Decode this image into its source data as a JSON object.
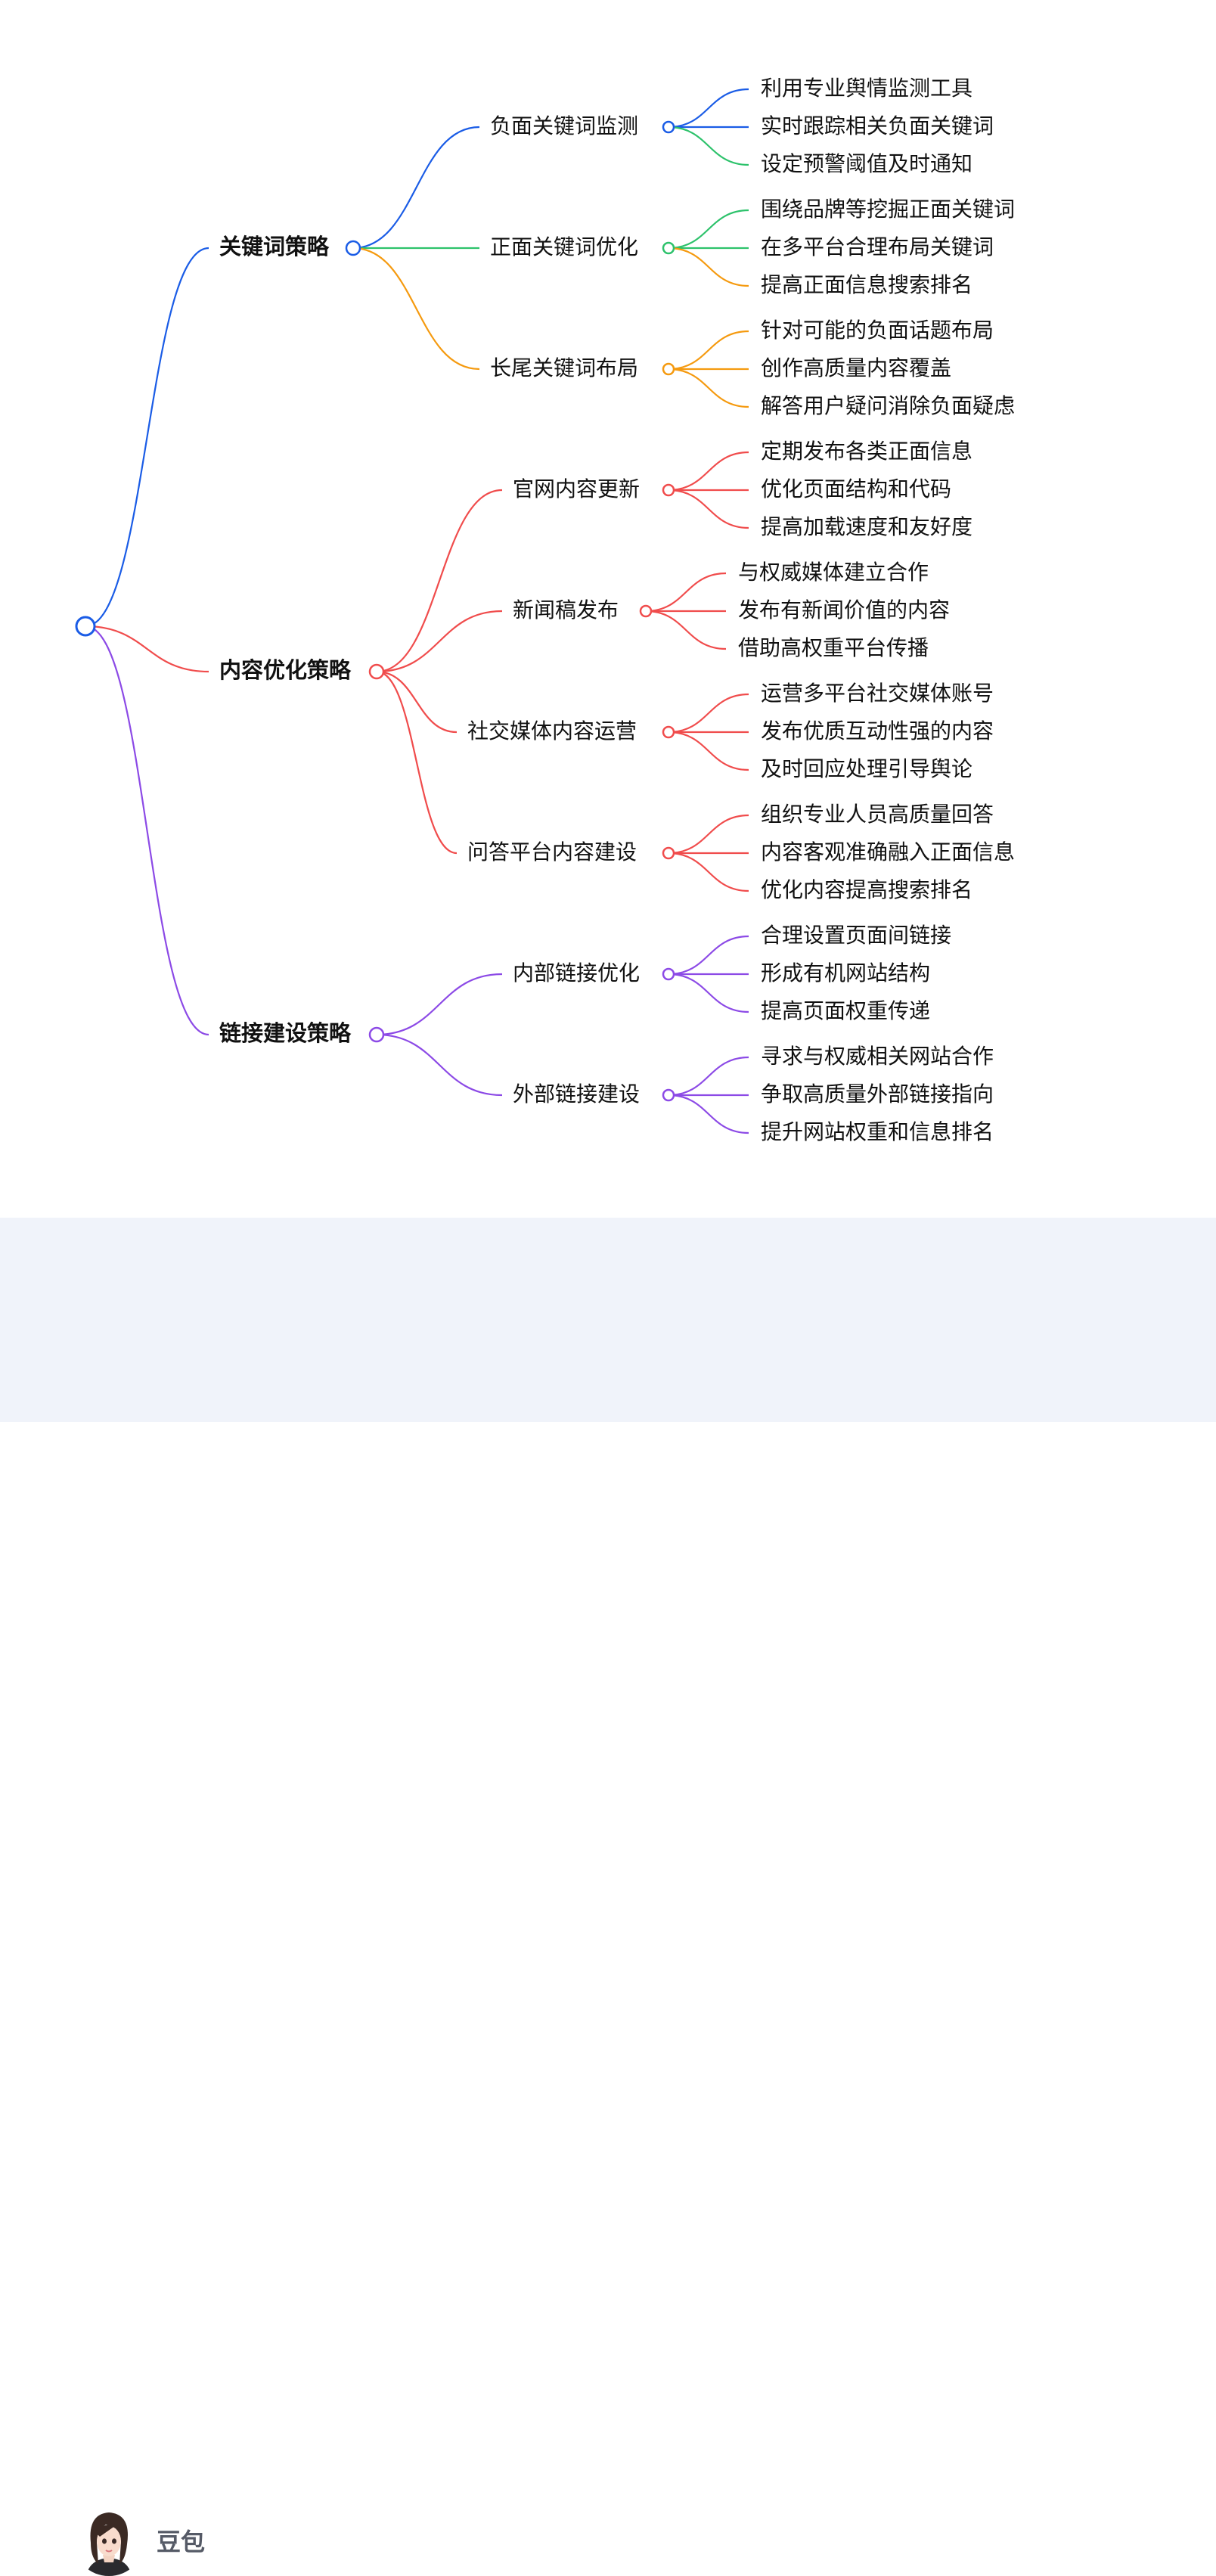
{
  "mindmap": {
    "root": "",
    "branches": [
      {
        "label": "关键词策略",
        "color": "#1a5ce6",
        "children": [
          {
            "label": "负面关键词监测",
            "color": "#1a5ce6",
            "leaves": [
              "利用专业舆情监测工具",
              "实时跟踪相关负面关键词",
              "设定预警阈值及时通知"
            ],
            "leaf_colors": [
              "#1a5ce6",
              "#1a5ce6",
              "#2dc26b"
            ]
          },
          {
            "label": "正面关键词优化",
            "color": "#2dc26b",
            "leaves": [
              "围绕品牌等挖掘正面关键词",
              "在多平台合理布局关键词",
              "提高正面信息搜索排名"
            ],
            "leaf_colors": [
              "#2dc26b",
              "#2dc26b",
              "#f59a0f"
            ]
          },
          {
            "label": "长尾关键词布局",
            "color": "#f59a0f",
            "leaves": [
              "针对可能的负面话题布局",
              "创作高质量内容覆盖",
              "解答用户疑问消除负面疑虑"
            ],
            "leaf_colors": [
              "#f59a0f",
              "#f59a0f",
              "#f59a0f"
            ]
          }
        ]
      },
      {
        "label": "内容优化策略",
        "color": "#f04c4c",
        "children": [
          {
            "label": "官网内容更新",
            "color": "#f04c4c",
            "leaves": [
              "定期发布各类正面信息",
              "优化页面结构和代码",
              "提高加载速度和友好度"
            ],
            "leaf_colors": [
              "#f04c4c",
              "#f04c4c",
              "#f04c4c"
            ]
          },
          {
            "label": "新闻稿发布",
            "color": "#f04c4c",
            "leaves": [
              "与权威媒体建立合作",
              "发布有新闻价值的内容",
              "借助高权重平台传播"
            ],
            "leaf_colors": [
              "#f04c4c",
              "#f04c4c",
              "#f04c4c"
            ]
          },
          {
            "label": "社交媒体内容运营",
            "color": "#f04c4c",
            "leaves": [
              "运营多平台社交媒体账号",
              "发布优质互动性强的内容",
              "及时回应处理引导舆论"
            ],
            "leaf_colors": [
              "#f04c4c",
              "#f04c4c",
              "#f04c4c"
            ]
          },
          {
            "label": "问答平台内容建设",
            "color": "#f04c4c",
            "leaves": [
              "组织专业人员高质量回答",
              "内容客观准确融入正面信息",
              "优化内容提高搜索排名"
            ],
            "leaf_colors": [
              "#f04c4c",
              "#f04c4c",
              "#f04c4c"
            ]
          }
        ]
      },
      {
        "label": "链接建设策略",
        "color": "#8c4ae6",
        "children": [
          {
            "label": "内部链接优化",
            "color": "#8c4ae6",
            "leaves": [
              "合理设置页面间链接",
              "形成有机网站结构",
              "提高页面权重传递"
            ],
            "leaf_colors": [
              "#8c4ae6",
              "#8c4ae6",
              "#8c4ae6"
            ]
          },
          {
            "label": "外部链接建设",
            "color": "#8c4ae6",
            "leaves": [
              "寻求与权威相关网站合作",
              "争取高质量外部链接指向",
              "提升网站权重和信息排名"
            ],
            "leaf_colors": [
              "#8c4ae6",
              "#8c4ae6",
              "#8c4ae6"
            ]
          }
        ]
      }
    ]
  },
  "footer": {
    "brand_name": "豆包",
    "avatar_icon": "avatar-icon"
  }
}
